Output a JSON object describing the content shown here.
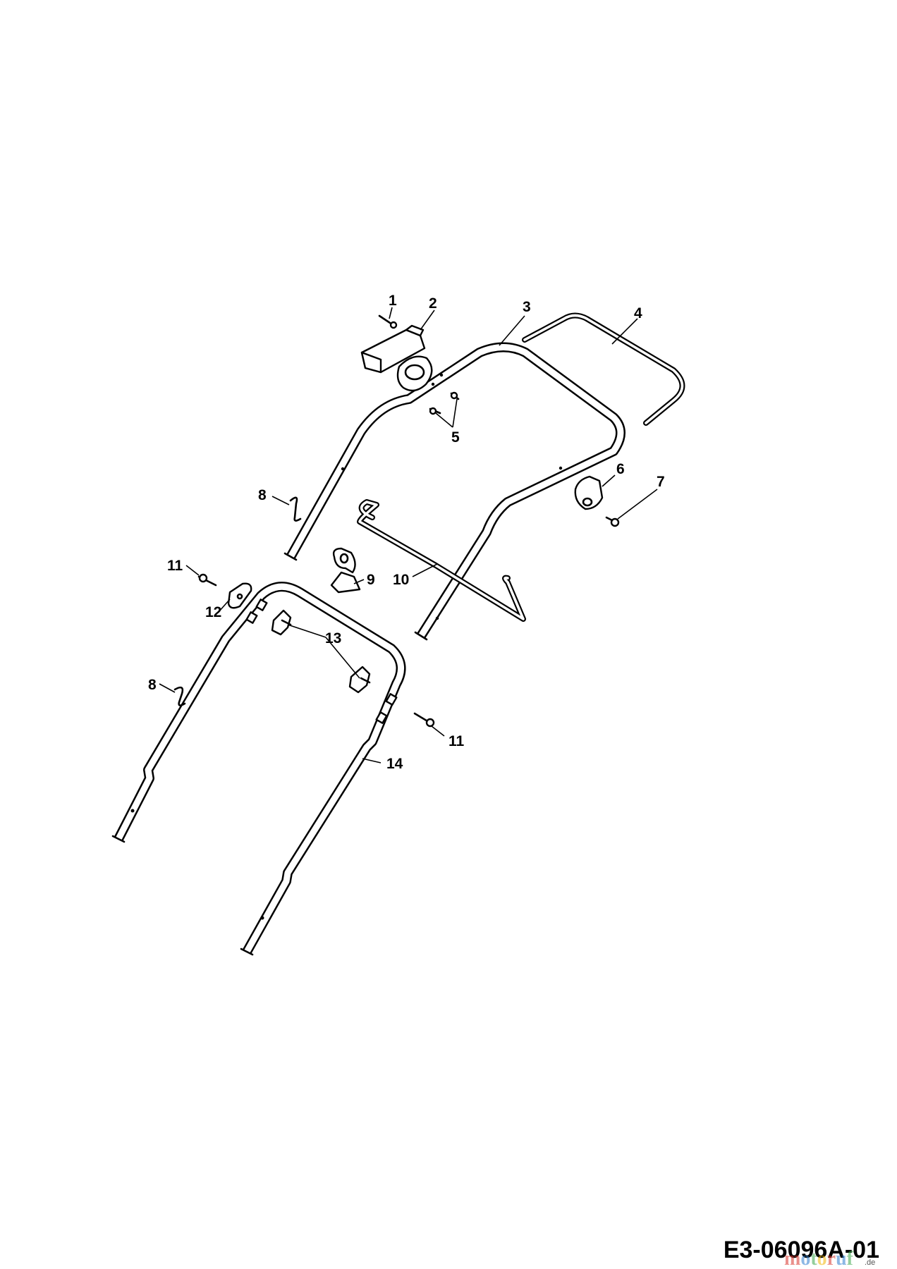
{
  "callouts": {
    "c1": "1",
    "c2": "2",
    "c3": "3",
    "c4": "4",
    "c5": "5",
    "c6": "6",
    "c7": "7",
    "c8a": "8",
    "c8b": "8",
    "c9": "9",
    "c10": "10",
    "c11a": "11",
    "c11b": "11",
    "c12": "12",
    "c13": "13",
    "c14": "14"
  },
  "drawing_reference": "E3-06096A-01",
  "watermark": {
    "text": "motoruf",
    "suffix": ".de",
    "colors": [
      "#d9342b",
      "#2e7dcf",
      "#3aa548",
      "#f2b705",
      "#d9342b",
      "#2e7dcf",
      "#3aa548"
    ]
  }
}
